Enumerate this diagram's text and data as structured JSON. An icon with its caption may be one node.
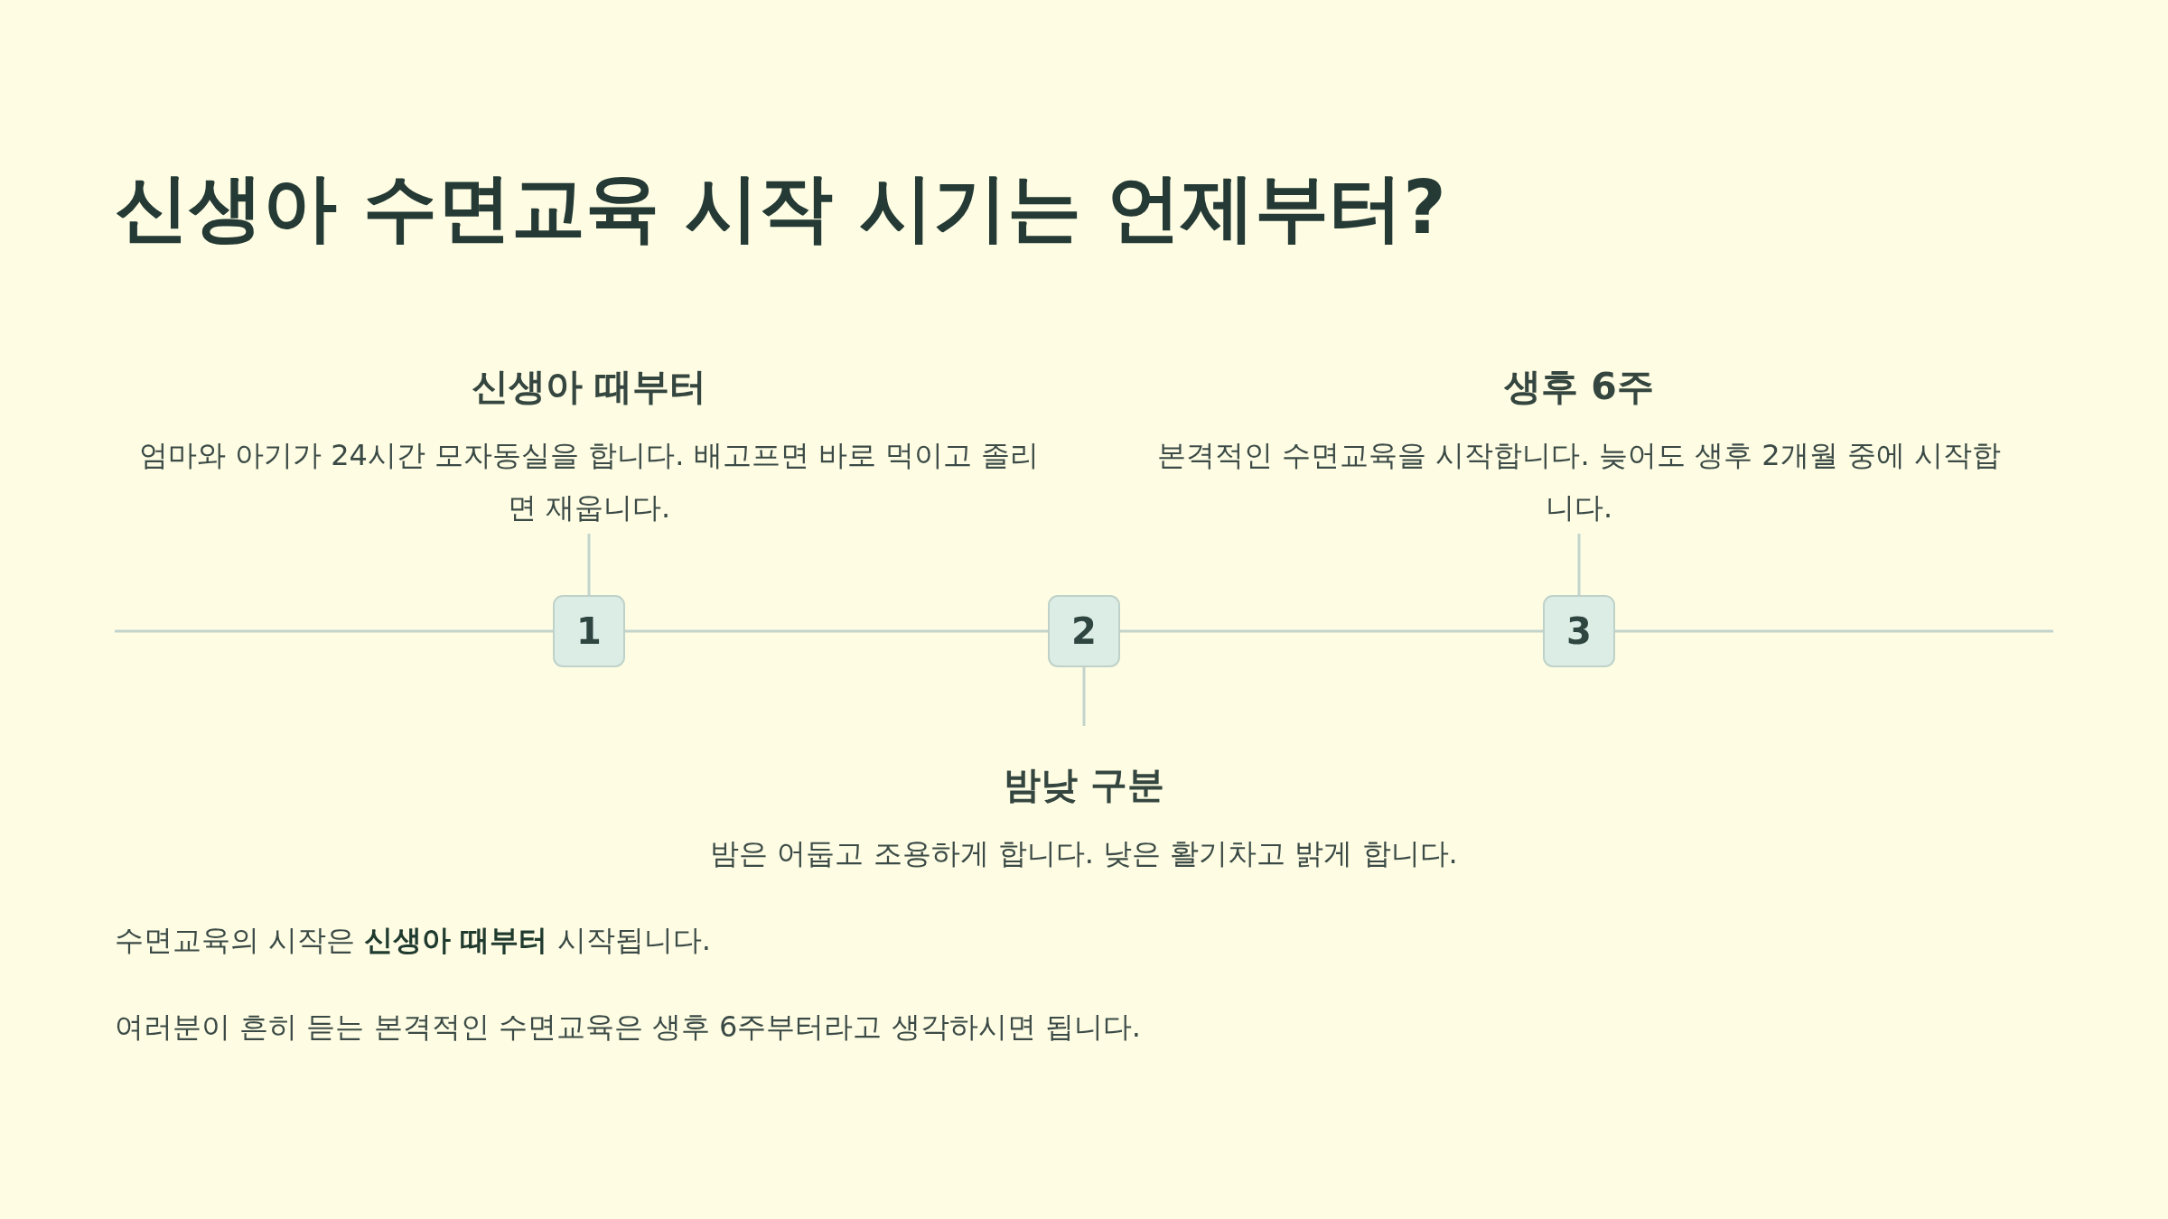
{
  "diagram": {
    "title": "신생아 수면교육 시작 시기는 언제부터?",
    "nodes": [
      {
        "text": [
          "신생아 때부터",
          "엄마와 아기가 24시간 모자동실을 합니다. 배고프면 바로 먹이고 졸리면 재웁니다."
        ]
      },
      {
        "text": [
          "생후 6주",
          "본격적인 수면교육을 시작합니다. 늦어도 생후 2개월 중에 시작합니다."
        ]
      },
      {
        "text": [
          "1"
        ]
      },
      {
        "text": [
          "2"
        ]
      },
      {
        "text": [
          "3"
        ]
      },
      {
        "text": [
          "밤낮 구분",
          "밤은 어둡고 조용하게 합니다. 낮은 활기차고 밝게 합니다."
        ]
      }
    ],
    "edges": [
      {
        "from": null,
        "to": 2,
        "arrow": "none"
      },
      {
        "from": 2,
        "to": 3,
        "arrow": "none"
      },
      {
        "from": 3,
        "to": 4,
        "arrow": "none"
      },
      {
        "from": 4,
        "to": null,
        "arrow": "none"
      },
      {
        "from": 2,
        "to": 0,
        "arrow": "none"
      },
      {
        "from": 3,
        "to": 5,
        "arrow": "none"
      },
      {
        "from": 4,
        "to": 1,
        "arrow": "none"
      }
    ],
    "labels": [
      "수면교육의 시작은 **신생아 때부터** 시작됩니다.",
      "여러분이 흔히 듣는 본격적인 수면교육은 생후 6주부터라고 생각하시면 됩니다."
    ]
  }
}
